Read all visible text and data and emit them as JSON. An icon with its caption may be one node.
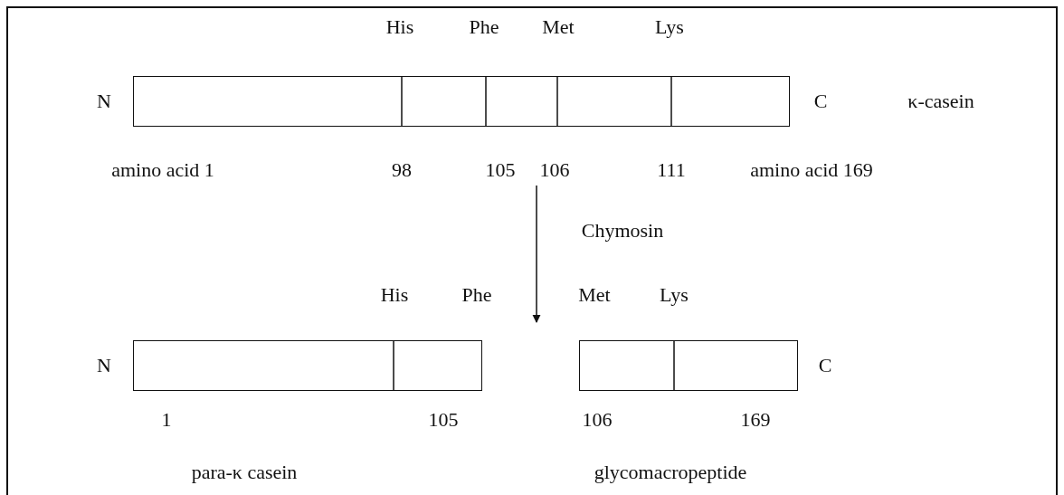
{
  "diagram": {
    "nodes": [
      {
        "text": [],
        "shape": "bar"
      },
      {
        "text": [],
        "shape": "bar"
      },
      {
        "text": [],
        "shape": "bar"
      }
    ],
    "labels": [
      "His",
      "Phe",
      "Met",
      "Lys",
      "N",
      "C",
      "κ-casein",
      "amino acid 1",
      "98",
      "105",
      "106",
      "111",
      "amino acid 169",
      "Chymosin",
      "His",
      "Phe",
      "Met",
      "Lys",
      "N",
      "C",
      "1",
      "105",
      "106",
      "169",
      "para-κ casein",
      "glycomacropeptide"
    ]
  }
}
